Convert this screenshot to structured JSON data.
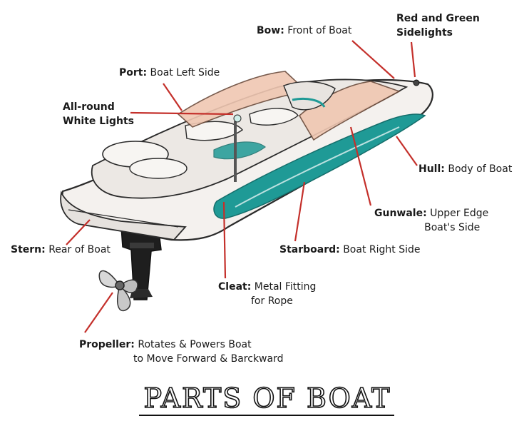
{
  "title": "PARTS OF BOAT",
  "colors": {
    "leader": "#c4302b",
    "teal": "#1f9a96",
    "hull_white": "#f4f1ee",
    "windshield": "#f0c7b2",
    "motor": "#1e1e1e",
    "outline": "#2a2a2a"
  },
  "labels": [
    {
      "id": "bow",
      "term": "Bow:",
      "desc": "Front of Boat"
    },
    {
      "id": "sidelights",
      "term": "Red and Green",
      "term2": "Sidelights"
    },
    {
      "id": "port",
      "term": "Port:",
      "desc": "Boat Left Side"
    },
    {
      "id": "white-lights",
      "term": "All-round",
      "term2": "White Lights"
    },
    {
      "id": "hull",
      "term": "Hull:",
      "desc": "Body of Boat"
    },
    {
      "id": "gunwale",
      "term": "Gunwale:",
      "desc": "Upper Edge",
      "desc2": "Boat's Side"
    },
    {
      "id": "starboard",
      "term": "Starboard:",
      "desc": "Boat Right Side"
    },
    {
      "id": "stern",
      "term": "Stern:",
      "desc": "Rear of Boat"
    },
    {
      "id": "cleat",
      "term": "Cleat:",
      "desc": "Metal Fitting",
      "desc2": "for Rope"
    },
    {
      "id": "propeller",
      "term": "Propeller:",
      "desc": "Rotates & Powers Boat",
      "desc2": "to Move Forward & Barckward"
    }
  ]
}
